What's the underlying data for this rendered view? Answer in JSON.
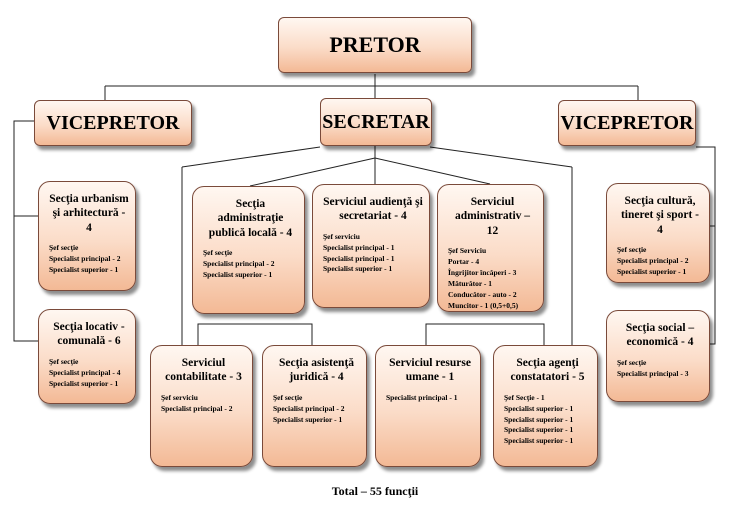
{
  "top": {
    "pretor": "PRETOR",
    "vice_left": "VICEPRETOR",
    "secretar": "SECRETAR",
    "vice_right": "VICEPRETOR"
  },
  "units": [
    {
      "id": "urbanism",
      "title": "Secţia urbanism şi arhitectură - 4",
      "items": [
        "Şef secţie",
        "Specialist principal - 2",
        "Specialist superior - 1"
      ]
    },
    {
      "id": "locativ",
      "title": "Secţia locativ - comunală - 6",
      "items": [
        "Şef secţie",
        "Specialist principal - 4",
        "Specialist superior - 1"
      ]
    },
    {
      "id": "adm-publica",
      "title": "Secţia administraţie publică locală - 4",
      "items": [
        "Şef secţie",
        "Specialist principal - 2",
        "Specialist superior - 1"
      ]
    },
    {
      "id": "audienta",
      "title": "Serviciul audienţă şi secretariat - 4",
      "items": [
        "Şef serviciu",
        "Specialist principal - 1",
        "Specialist principal - 1",
        "Specialist superior - 1"
      ]
    },
    {
      "id": "administrativ",
      "title": "Serviciul administrativ – 12",
      "items": [
        "Şef Serviciu",
        "Portar - 4",
        "Îngrijitor încăperi - 3",
        "Măturător - 1",
        "Conducător - auto - 2",
        "Muncitor - 1 (0,5+0,5)"
      ]
    },
    {
      "id": "cultura",
      "title": "Secţia cultură, tineret şi sport - 4",
      "items": [
        "Şef secţie",
        "Specialist principal - 2",
        "Specialist superior - 1"
      ]
    },
    {
      "id": "social",
      "title": "Secţia social – economică - 4",
      "items": [
        "Şef secţie",
        "Specialist principal - 3"
      ]
    },
    {
      "id": "contabilitate",
      "title": "Serviciul contabilitate - 3",
      "items": [
        "Şef serviciu",
        "Specialist principal - 2"
      ]
    },
    {
      "id": "juridica",
      "title": "Secţia asistenţă juridică - 4",
      "items": [
        "Şef secţie",
        "Specialist principal - 2",
        "Specialist superior - 1"
      ]
    },
    {
      "id": "resurse",
      "title": "Serviciul resurse umane - 1",
      "items": [
        "Specialist principal - 1"
      ]
    },
    {
      "id": "agenti",
      "title": "Secţia agenţi constatatori - 5",
      "items": [
        "Şef Secţie - 1",
        "Specialist superior - 1",
        "Specialist superior - 1",
        "Specialist superior - 1",
        "Specialist superior - 1"
      ]
    }
  ],
  "total": "Total – 55 funcţii"
}
